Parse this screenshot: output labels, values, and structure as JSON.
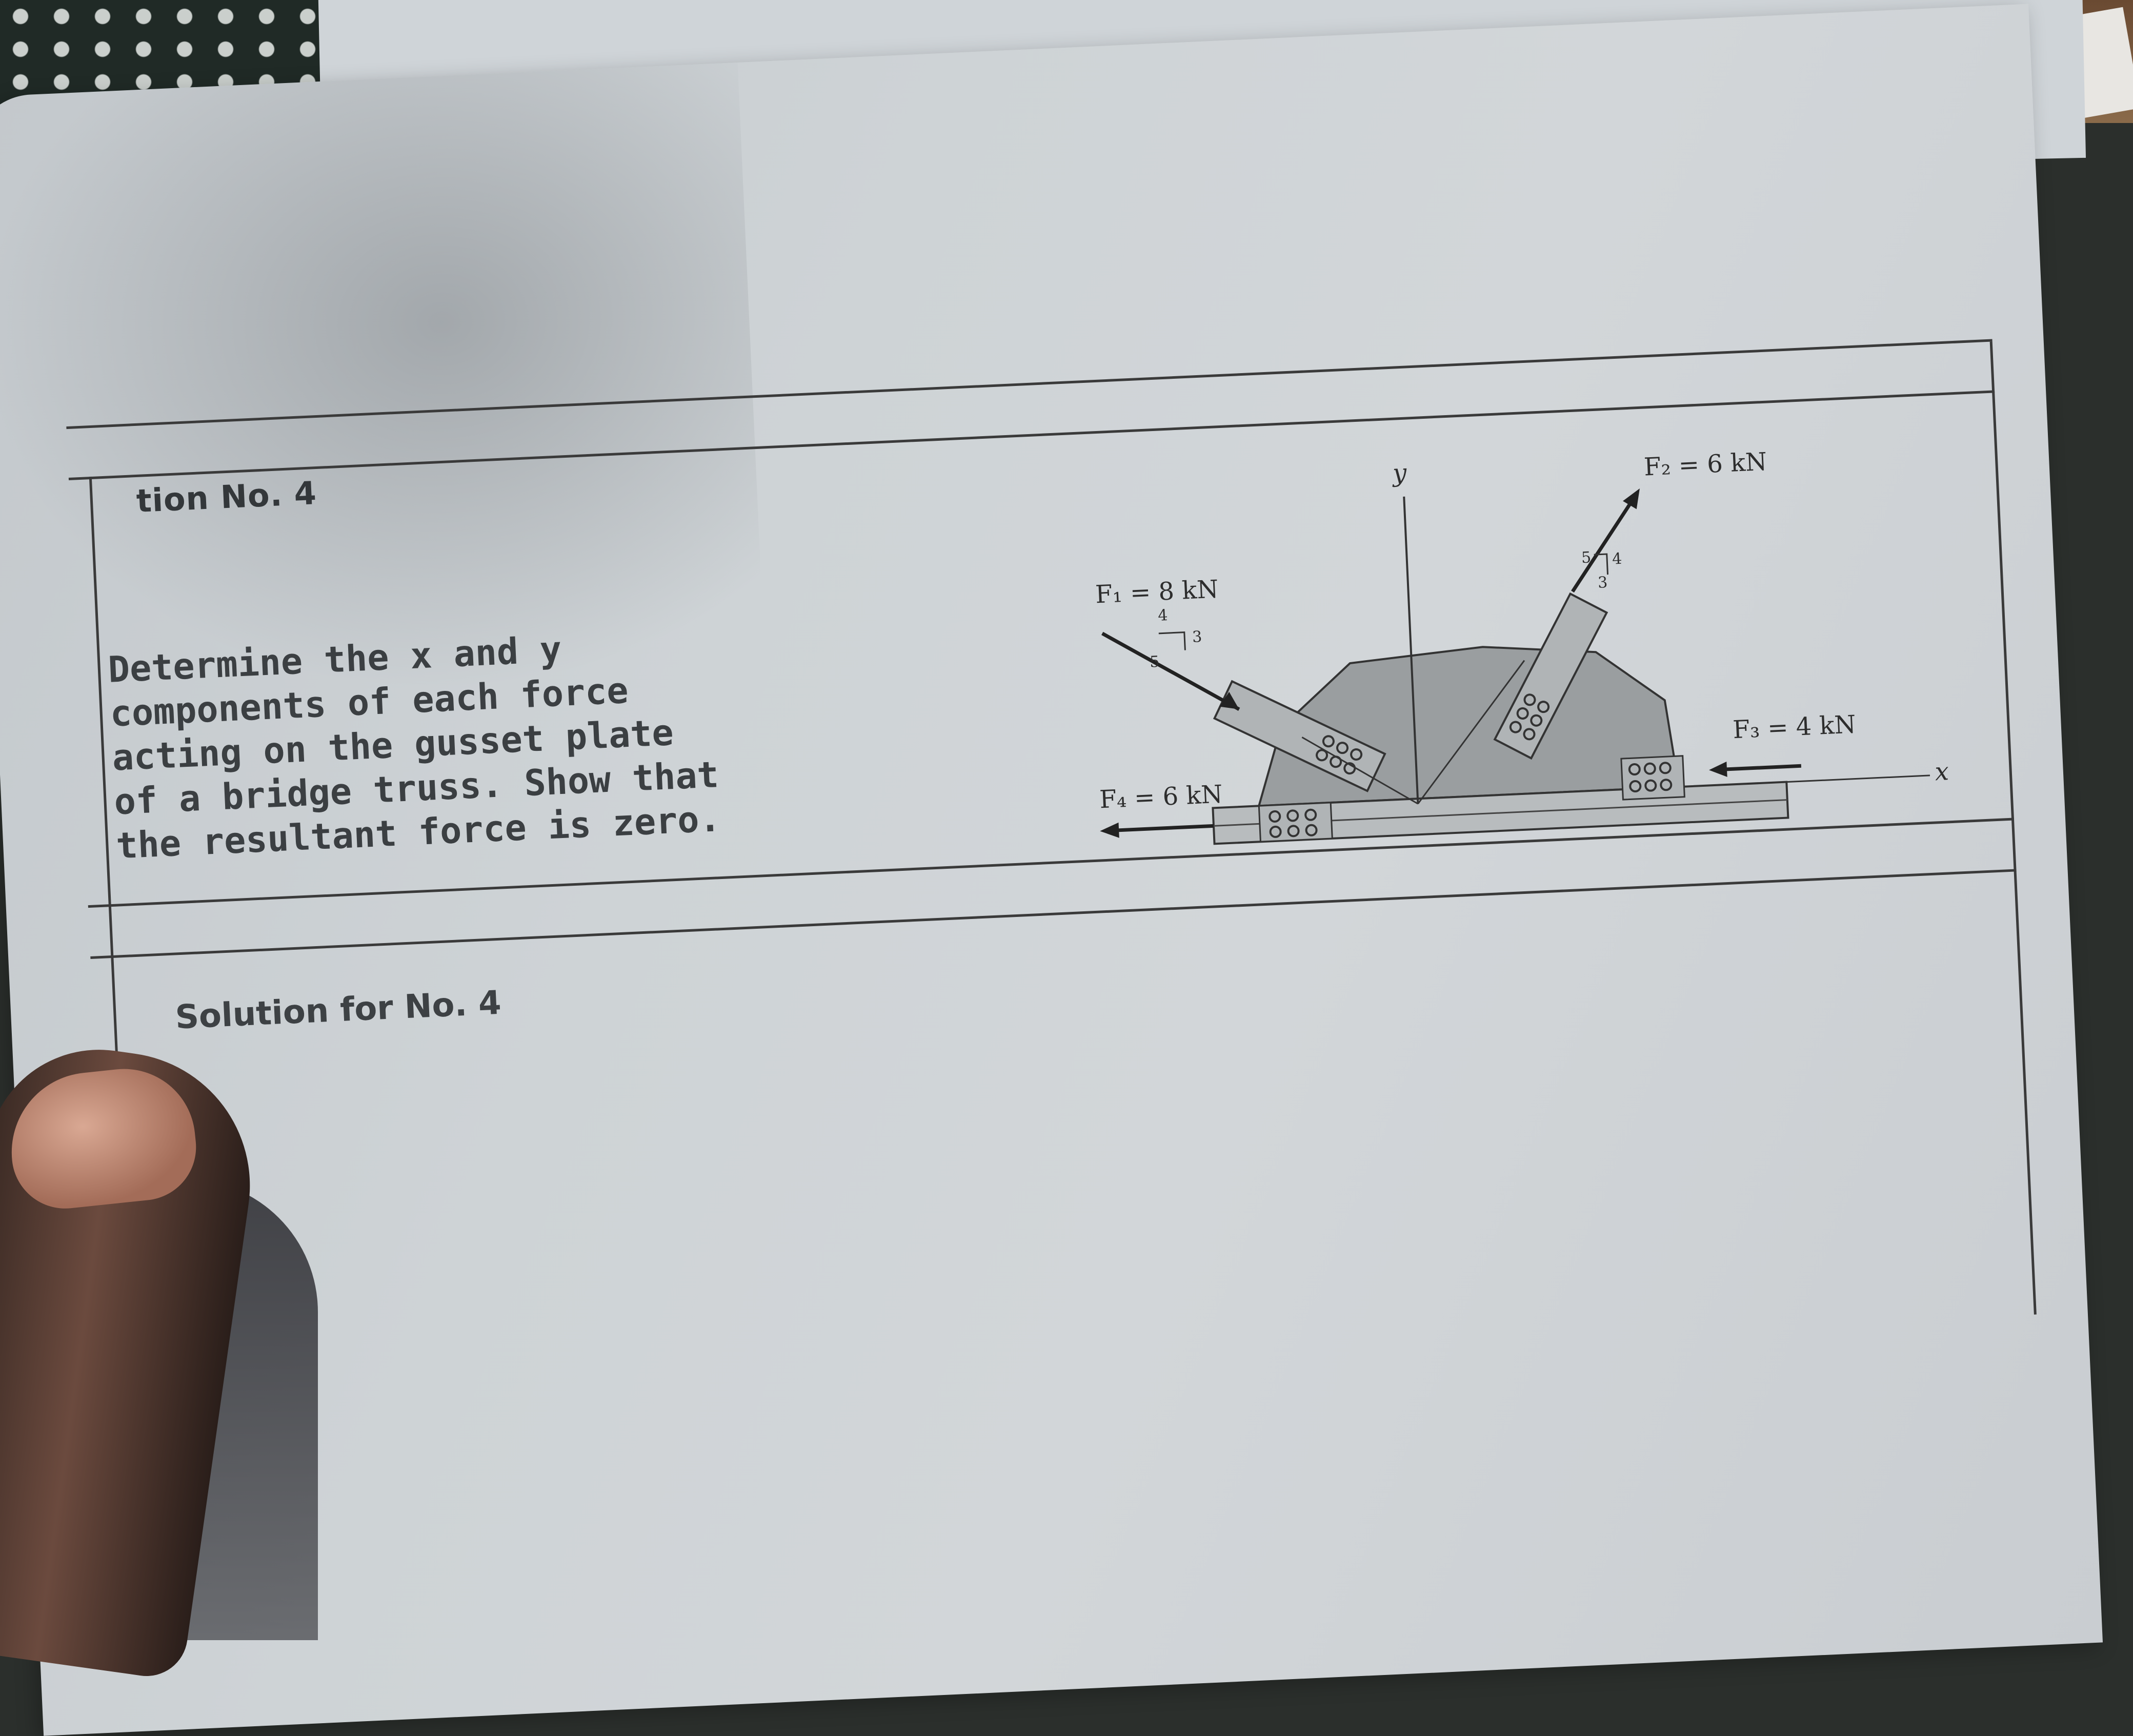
{
  "header": {
    "title": "tion No. 4"
  },
  "problem": {
    "lines": [
      "Determine the x and y",
      "components of each force",
      "acting on the gusset plate",
      "of a bridge truss. Show that",
      "the resultant force is zero."
    ]
  },
  "solution": {
    "label": "Solution for No. 4"
  },
  "figure": {
    "axis_y": "y",
    "axis_x": "x",
    "f1": {
      "label": "F₁ = 8 kN",
      "slope": [
        "4",
        "3",
        "5"
      ]
    },
    "f2": {
      "label": "F₂ = 6 kN",
      "slope": [
        "5",
        "4",
        "3"
      ]
    },
    "f3": {
      "label": "F₃ = 4 kN"
    },
    "f4": {
      "label": "F₄ = 6 kN"
    }
  },
  "colors": {
    "paper": "#d0d4d7",
    "ink": "#333333",
    "background": "#2b2f2c"
  }
}
